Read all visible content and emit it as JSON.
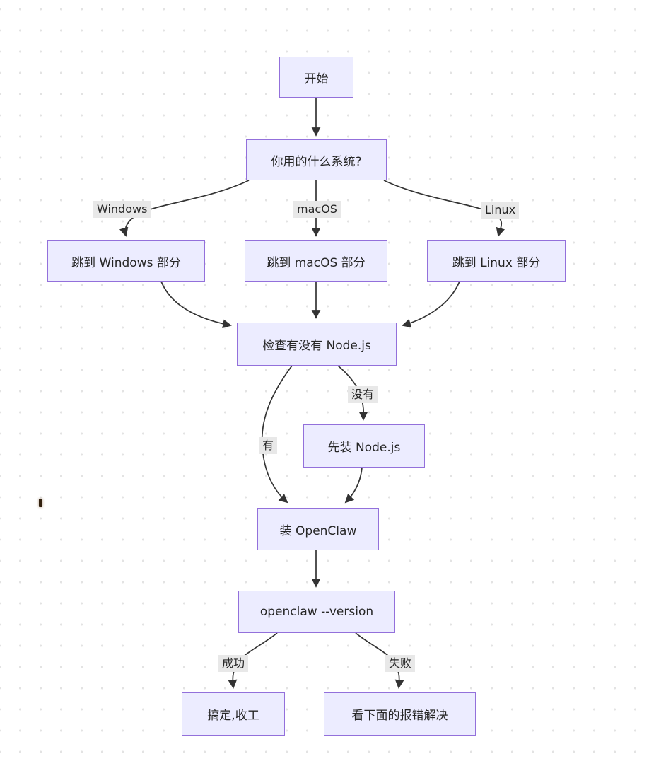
{
  "diagram": {
    "type": "flowchart",
    "direction": "top-down",
    "nodes": [
      {
        "id": "start",
        "label": "开始"
      },
      {
        "id": "os-question",
        "label": "你用的什么系统?"
      },
      {
        "id": "jump-windows",
        "label": "跳到 Windows 部分"
      },
      {
        "id": "jump-macos",
        "label": "跳到 macOS 部分"
      },
      {
        "id": "jump-linux",
        "label": "跳到 Linux 部分"
      },
      {
        "id": "check-node",
        "label": "检查有没有 Node.js"
      },
      {
        "id": "install-node",
        "label": "先装 Node.js"
      },
      {
        "id": "install-openclaw",
        "label": "装 OpenClaw"
      },
      {
        "id": "version-check",
        "label": "openclaw --version"
      },
      {
        "id": "done",
        "label": "搞定,收工"
      },
      {
        "id": "troubleshoot",
        "label": "看下面的报错解决"
      }
    ],
    "edge_labels": [
      {
        "id": "windows",
        "label": "Windows"
      },
      {
        "id": "macos",
        "label": "macOS"
      },
      {
        "id": "linux",
        "label": "Linux"
      },
      {
        "id": "no-node",
        "label": "没有"
      },
      {
        "id": "has-node",
        "label": "有"
      },
      {
        "id": "success",
        "label": "成功"
      },
      {
        "id": "failure",
        "label": "失败"
      }
    ],
    "colors": {
      "node_fill": "#ECECFF",
      "node_border": "#9370DB",
      "edge_stroke": "#333333",
      "edge_label_bg": "#e8e8e8",
      "text": "#262626",
      "dot_grid": "#e3e3e3",
      "background": "#ffffff"
    }
  }
}
